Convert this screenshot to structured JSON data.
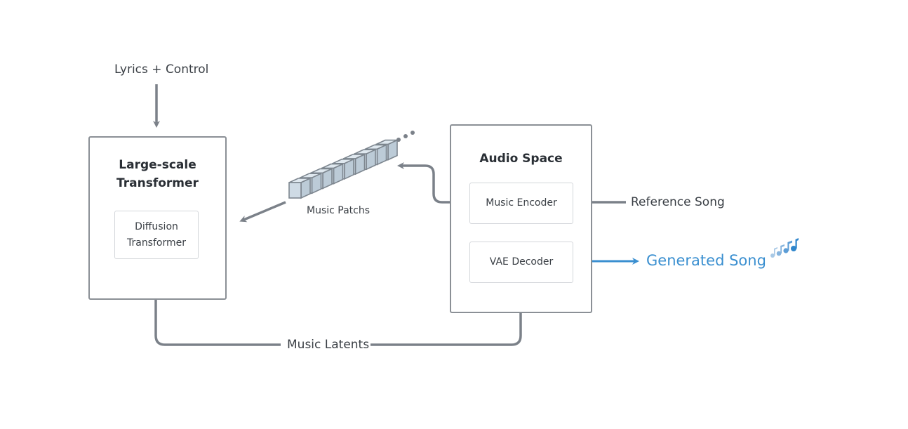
{
  "inputs": {
    "lyrics_control": "Lyrics + Control",
    "reference_song": "Reference Song"
  },
  "transformer_block": {
    "title_line1": "Large-scale",
    "title_line2": "Transformer",
    "inner_line1": "Diffusion",
    "inner_line2": "Transformer"
  },
  "patches": {
    "label": "Music Patchs",
    "cube_count": 9,
    "ellipsis": "..."
  },
  "audio_space": {
    "title": "Audio Space",
    "encoder": "Music Encoder",
    "decoder": "VAE Decoder"
  },
  "latents_label": "Music Latents",
  "output": {
    "label": "Generated Song",
    "icon": "music-notes-icon"
  },
  "colors": {
    "stroke": "#7b8189",
    "box_border": "#8b9096",
    "inner_border": "#d3d6da",
    "accent_blue": "#3a8fd0",
    "cube_fill": "#cfdbe5",
    "cube_top": "#dfe8ef",
    "cube_stroke": "#7d868f"
  }
}
